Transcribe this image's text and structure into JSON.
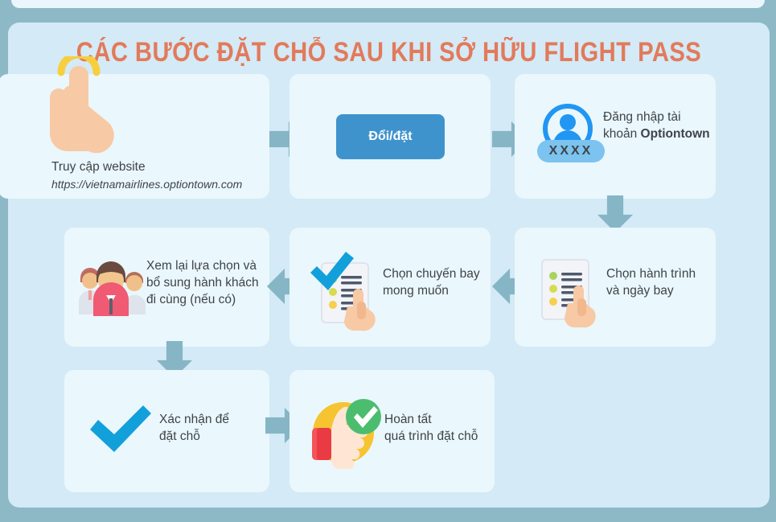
{
  "title": "CÁC BƯỚC ĐẶT CHỖ SAU KHI SỞ HỮU FLIGHT PASS",
  "colors": {
    "outer_background": "#8db9c7",
    "panel_background": "#d4eaf6",
    "card_background": "#eaf7fc",
    "title_text": "#e27a5b",
    "arrow": "#86b6c6",
    "button_blue": "#3f93cd",
    "check_blue": "#12a0db",
    "body_text": "#3e4448",
    "skin": "#f7c9a4",
    "yellow": "#f5c430",
    "green": "#4cbd6f",
    "red": "#f4545a"
  },
  "steps": [
    {
      "id": "step-1",
      "icon": "pointing-hand-icon",
      "label": "Truy cập website",
      "url": "https://vietnamairlines.optiontown.com"
    },
    {
      "id": "step-2",
      "icon": "blue-button-icon",
      "button_label": "Đổi/đặt"
    },
    {
      "id": "step-3",
      "icon": "user-login-icon",
      "password_mask": "XXXX",
      "label_line1": "Đăng nhập tài",
      "label_line2": "khoản ",
      "label_bold": "Optiontown"
    },
    {
      "id": "step-4",
      "icon": "checklist-hand-icon",
      "label": "Chọn hành trình\nvà ngày bay"
    },
    {
      "id": "step-5",
      "icon": "checklist-check-hand-icon",
      "label": "Chọn chuyến bay\nmong muốn"
    },
    {
      "id": "step-6",
      "icon": "passengers-family-icon",
      "label": "Xem lại lựa chọn và\nbổ sung hành khách\nđi cùng (nếu có)"
    },
    {
      "id": "step-7",
      "icon": "blue-checkmark-icon",
      "label": "Xác nhận để\nđặt chỗ"
    },
    {
      "id": "step-8",
      "icon": "thumbs-up-success-icon",
      "label": "Hoàn tất\nquá trình đặt chỗ"
    }
  ],
  "connectors": [
    {
      "id": "arrow-1-2",
      "direction": "right"
    },
    {
      "id": "arrow-2-3",
      "direction": "right"
    },
    {
      "id": "arrow-3-4",
      "direction": "down"
    },
    {
      "id": "arrow-4-5",
      "direction": "left"
    },
    {
      "id": "arrow-5-6",
      "direction": "left"
    },
    {
      "id": "arrow-6-7",
      "direction": "down"
    },
    {
      "id": "arrow-7-8",
      "direction": "right"
    }
  ]
}
